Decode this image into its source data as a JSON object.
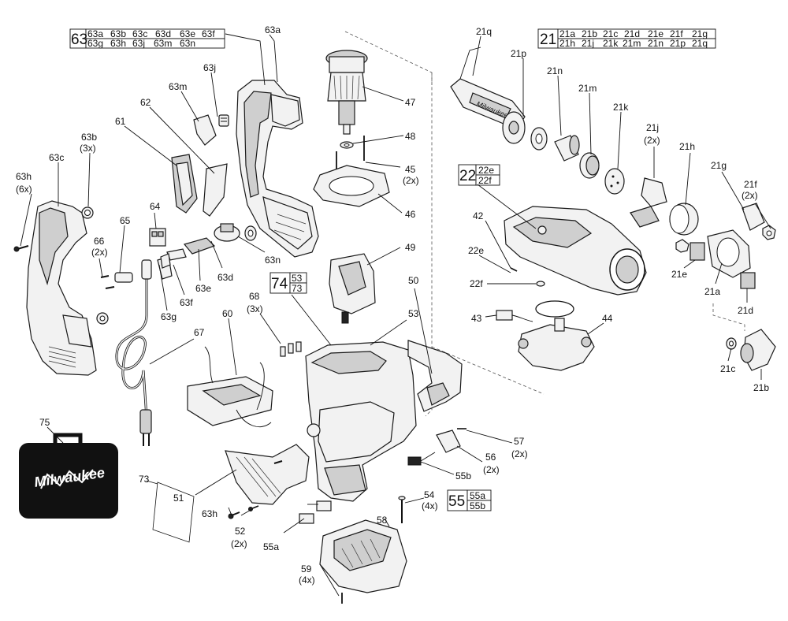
{
  "group_63": {
    "main": "63",
    "row1": [
      "63a",
      "63b",
      "63c",
      "63d",
      "63e",
      "63f"
    ],
    "row2": [
      "63g",
      "63h",
      "63j",
      "63m",
      "63n"
    ]
  },
  "group_21": {
    "main": "21",
    "row1": [
      "21a",
      "21b",
      "21c",
      "21d",
      "21e",
      "21f",
      "21g"
    ],
    "row2": [
      "21h",
      "21j",
      "21k",
      "21m",
      "21n",
      "21p",
      "21q"
    ]
  },
  "group_22": {
    "main": "22",
    "row1": [
      "22e"
    ],
    "row2": [
      "22f"
    ]
  },
  "group_74": {
    "main": "74",
    "row1": [
      "53"
    ],
    "row2": [
      "73"
    ]
  },
  "group_55": {
    "main": "55",
    "row1": [
      "55a"
    ],
    "row2": [
      "55b"
    ]
  },
  "labels": {
    "l63a": "63a",
    "l63j": "63j",
    "l63m": "63m",
    "l62": "62",
    "l61": "61",
    "l63b": "63b",
    "l63b_qty": "(3x)",
    "l63c": "63c",
    "l63h_top": "63h",
    "l63h_top_qty": "(6x)",
    "l64": "64",
    "l65": "65",
    "l66": "66",
    "l66_qty": "(2x)",
    "l63d": "63d",
    "l63e": "63e",
    "l63f": "63f",
    "l63g": "63g",
    "l63n": "63n",
    "l47": "47",
    "l48": "48",
    "l45": "45",
    "l45_qty": "(2x)",
    "l46": "46",
    "l49": "49",
    "l50": "50",
    "l53": "53",
    "l67": "67",
    "l60": "60",
    "l68": "68",
    "l68_qty": "(3x)",
    "l21q": "21q",
    "l21p": "21p",
    "l21n": "21n",
    "l21m": "21m",
    "l21k": "21k",
    "l21j": "21j",
    "l21j_qty": "(2x)",
    "l21h": "21h",
    "l21g": "21g",
    "l21f": "21f",
    "l21f_qty": "(2x)",
    "l21e": "21e",
    "l21a": "21a",
    "l21d": "21d",
    "l21c": "21c",
    "l21b": "21b",
    "l42": "42",
    "l22e": "22e",
    "l22f": "22f",
    "l43": "43",
    "l44": "44",
    "l57": "57",
    "l57_qty": "(2x)",
    "l56": "56",
    "l56_qty": "(2x)",
    "l55b": "55b",
    "l54": "54",
    "l54_qty": "(4x)",
    "l58": "58",
    "l59": "59",
    "l59_qty": "(4x)",
    "l55a": "55a",
    "l52": "52",
    "l52_qty": "(2x)",
    "l63h_bot": "63h",
    "l51": "51",
    "l73": "73",
    "l75": "75"
  },
  "case_logo": "Milwaukee",
  "handle_logo": "Milwaukee"
}
